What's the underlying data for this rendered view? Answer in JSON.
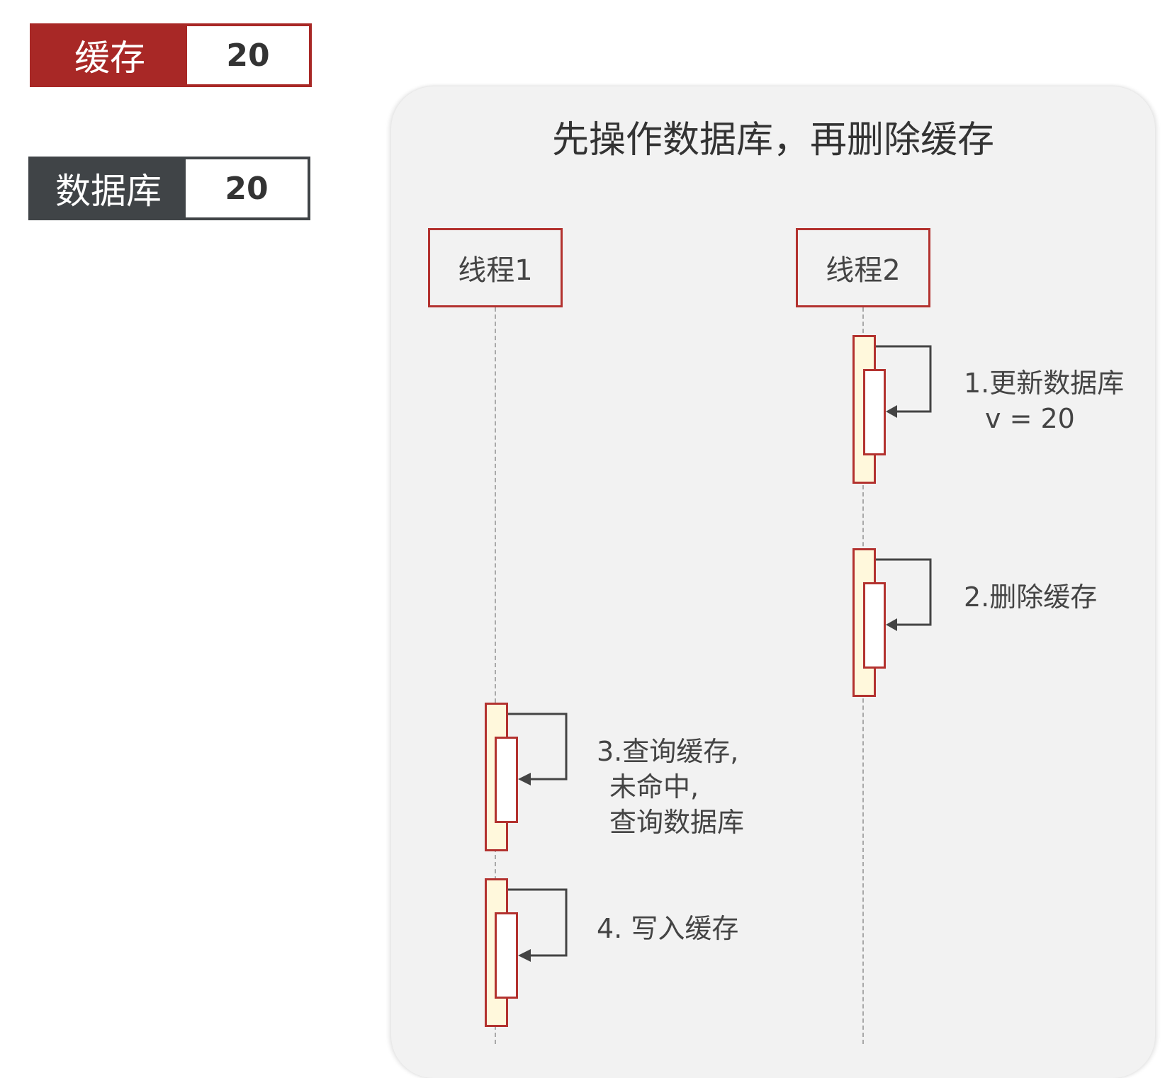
{
  "cache": {
    "label": "缓存",
    "value": "20"
  },
  "database": {
    "label": "数据库",
    "value": "20"
  },
  "diagram": {
    "title": "先操作数据库，再删除缓存",
    "actors": [
      {
        "id": "thread1",
        "label": "线程1"
      },
      {
        "id": "thread2",
        "label": "线程2"
      }
    ],
    "steps": [
      {
        "actor": "thread2",
        "lines": [
          "1.更新数据库",
          "v = 20"
        ]
      },
      {
        "actor": "thread2",
        "lines": [
          "2.删除缓存"
        ]
      },
      {
        "actor": "thread1",
        "lines": [
          "3.查询缓存,",
          "未命中,",
          "查询数据库"
        ]
      },
      {
        "actor": "thread1",
        "lines": [
          "4. 写入缓存"
        ]
      }
    ]
  },
  "colors": {
    "cache_red": "#a82826",
    "database_dark": "#404447",
    "actor_border": "#b3322f",
    "activation_fill": "#fff8dc",
    "panel_background": "#f2f2f2"
  }
}
